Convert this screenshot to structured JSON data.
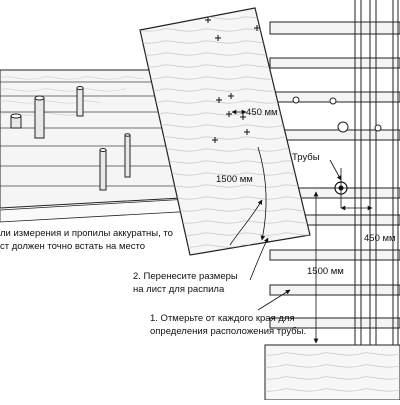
{
  "figure": {
    "labels": {
      "label_450_top": "450 мм",
      "label_1500_sheet": "1500 мм",
      "label_pipes": "Трубы",
      "label_450_right": "450 мм",
      "label_1500_bottom": "1500 мм"
    },
    "steps": {
      "step3_line1": "ли измерения и пропилы аккуратны, то",
      "step3_line2": "ст должен точно встать на место",
      "step2_line1": "2. Перенесите размеры",
      "step2_line2": "на лист для распила",
      "step1_line1": "1. Отмерьте от каждого края для",
      "step1_line2": "определения расположения трубы."
    }
  }
}
